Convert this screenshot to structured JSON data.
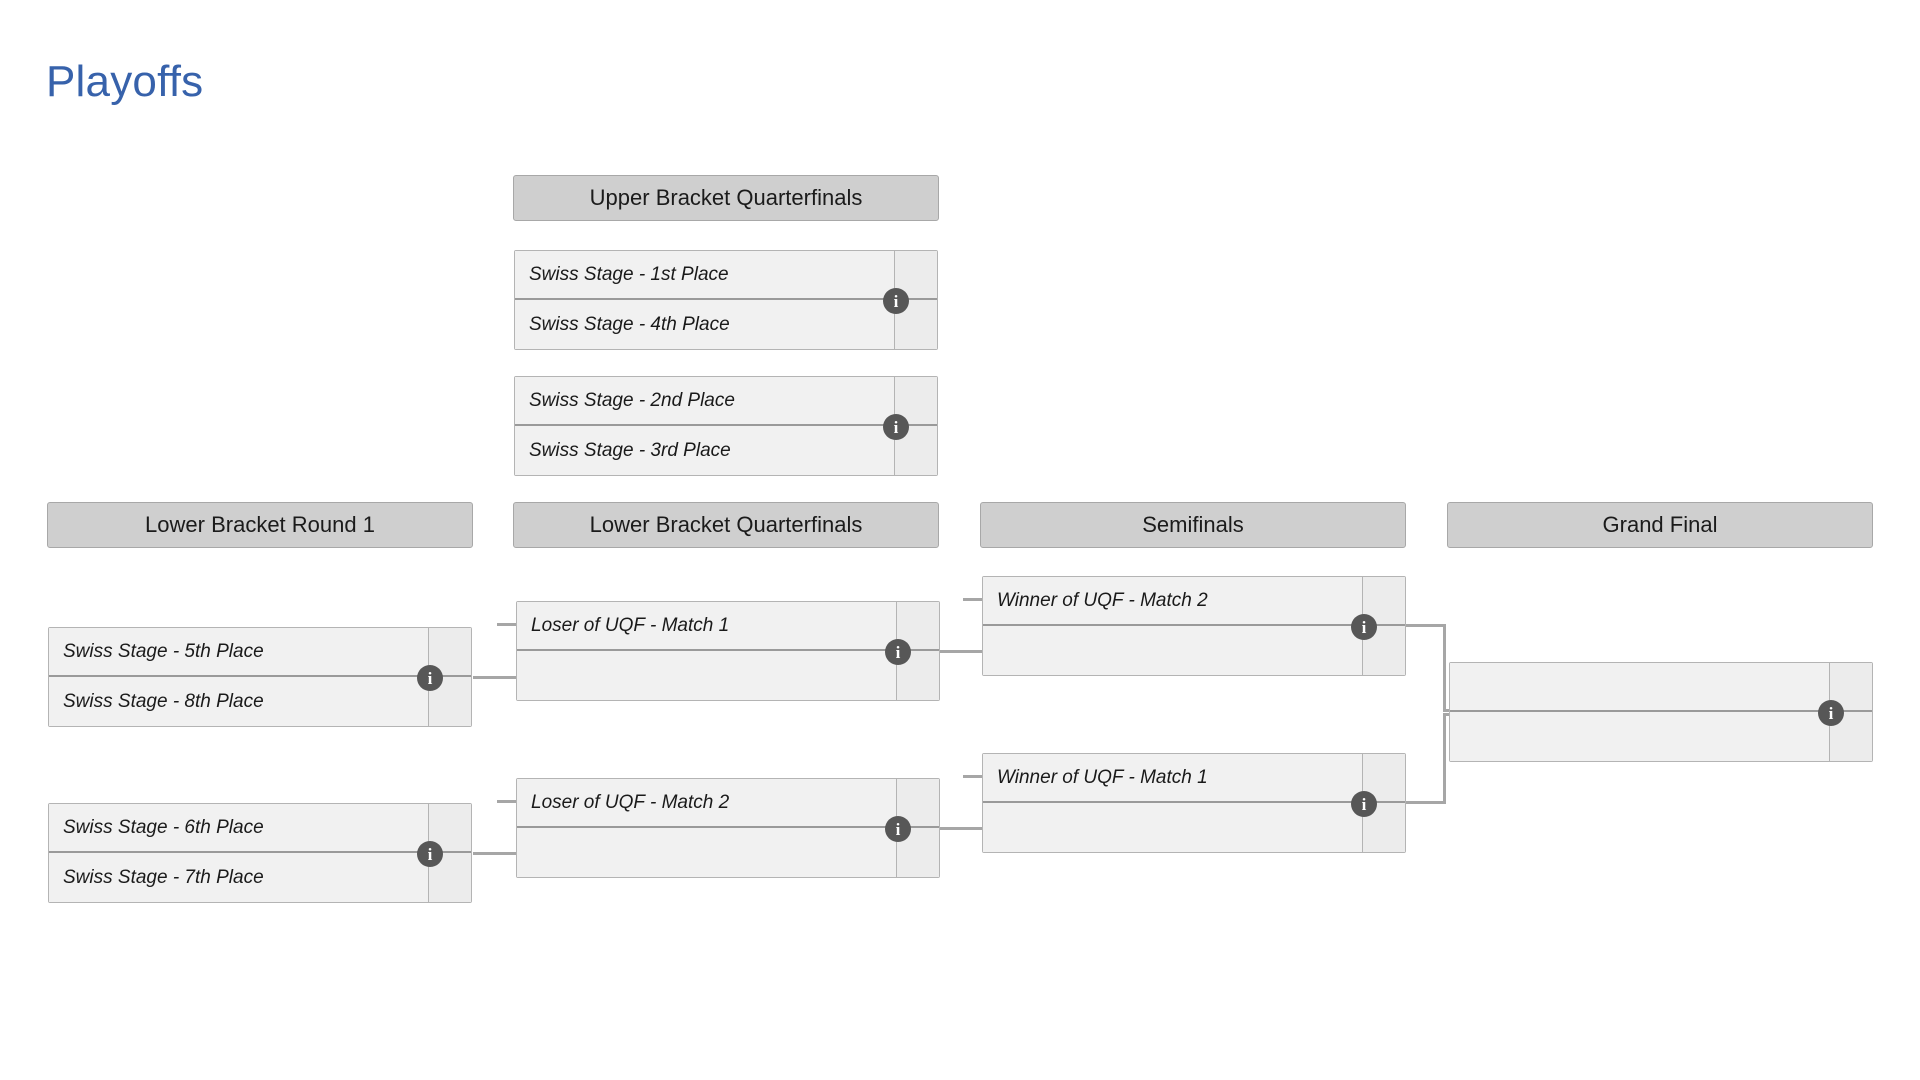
{
  "page": {
    "title": "Playoffs",
    "title_color": "#3762ab",
    "background": "#ffffff"
  },
  "theme": {
    "header_bg": "#cfcfcf",
    "header_border": "#a8a8a8",
    "match_bg": "#f0f0f0",
    "match_border": "#b4b4b4",
    "divider": "#9a9a9a",
    "connector": "#a6a6a6",
    "info_icon_bg": "#575757",
    "info_icon_fg": "#ffffff"
  },
  "icons": {
    "info": "i",
    "info_name": "info-icon"
  },
  "rounds": [
    {
      "id": "ubqf",
      "label": "Upper Bracket Quarterfinals"
    },
    {
      "id": "lbr1",
      "label": "Lower Bracket Round 1"
    },
    {
      "id": "lbqf",
      "label": "Lower Bracket Quarterfinals"
    },
    {
      "id": "sf",
      "label": "Semifinals"
    },
    {
      "id": "gf",
      "label": "Grand Final"
    }
  ],
  "matches": {
    "ubqf_m1": {
      "round": "Upper Bracket Quarterfinals",
      "top": {
        "name": "Swiss Stage - 1st Place",
        "score": ""
      },
      "bottom": {
        "name": "Swiss Stage - 4th Place",
        "score": ""
      }
    },
    "ubqf_m2": {
      "round": "Upper Bracket Quarterfinals",
      "top": {
        "name": "Swiss Stage - 2nd Place",
        "score": ""
      },
      "bottom": {
        "name": "Swiss Stage - 3rd Place",
        "score": ""
      }
    },
    "lbr1_m1": {
      "round": "Lower Bracket Round 1",
      "top": {
        "name": "Swiss Stage - 5th Place",
        "score": ""
      },
      "bottom": {
        "name": "Swiss Stage - 8th Place",
        "score": ""
      }
    },
    "lbr1_m2": {
      "round": "Lower Bracket Round 1",
      "top": {
        "name": "Swiss Stage - 6th Place",
        "score": ""
      },
      "bottom": {
        "name": "Swiss Stage - 7th Place",
        "score": ""
      }
    },
    "lbqf_m1": {
      "round": "Lower Bracket Quarterfinals",
      "top": {
        "name": "Loser of UQF - Match 1",
        "score": ""
      },
      "bottom": {
        "name": "",
        "score": ""
      }
    },
    "lbqf_m2": {
      "round": "Lower Bracket Quarterfinals",
      "top": {
        "name": "Loser of UQF - Match 2",
        "score": ""
      },
      "bottom": {
        "name": "",
        "score": ""
      }
    },
    "sf_m1": {
      "round": "Semifinals",
      "top": {
        "name": "Winner of UQF - Match 2",
        "score": ""
      },
      "bottom": {
        "name": "",
        "score": ""
      }
    },
    "sf_m2": {
      "round": "Semifinals",
      "top": {
        "name": "Winner of UQF - Match 1",
        "score": ""
      },
      "bottom": {
        "name": "",
        "score": ""
      }
    },
    "gf_m1": {
      "round": "Grand Final",
      "top": {
        "name": "",
        "score": ""
      },
      "bottom": {
        "name": "",
        "score": ""
      }
    }
  }
}
